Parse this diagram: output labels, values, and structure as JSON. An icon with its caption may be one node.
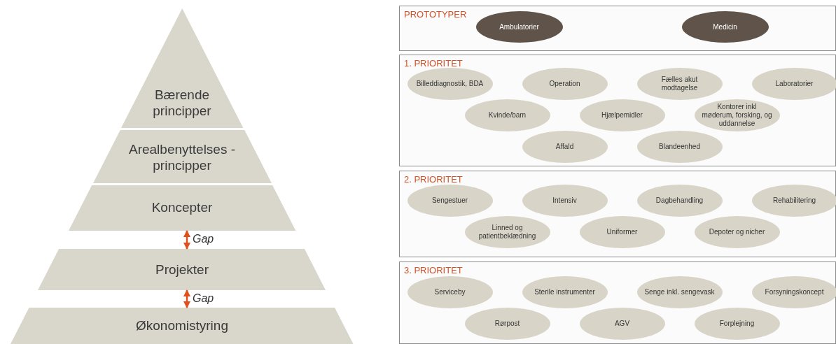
{
  "diagram": {
    "nodes": [
      {
        "text": [
          "Bærende principper"
        ]
      },
      {
        "text": [
          "Arealbenyttelses - principper"
        ]
      },
      {
        "text": [
          "Koncepter"
        ]
      },
      {
        "text": [
          "Projekter"
        ]
      },
      {
        "text": [
          "Økonomistyring"
        ]
      },
      {
        "text": [
          "PROTOTYPER"
        ]
      },
      {
        "text": [
          "Ambulatorier"
        ],
        "in": 5
      },
      {
        "text": [
          "Medicin"
        ],
        "in": 5
      },
      {
        "text": [
          "1. PRIORITET"
        ]
      },
      {
        "text": [
          "Billeddiagnostik, BDA"
        ],
        "in": 8
      },
      {
        "text": [
          "Operation"
        ],
        "in": 8
      },
      {
        "text": [
          "Fælles akut modtagelse"
        ],
        "in": 8
      },
      {
        "text": [
          "Laboratorier"
        ],
        "in": 8
      },
      {
        "text": [
          "Kvinde/barn"
        ],
        "in": 8
      },
      {
        "text": [
          "Hjælpemidler"
        ],
        "in": 8
      },
      {
        "text": [
          "Kontorer inkl møderum, forsking, og uddannelse"
        ],
        "in": 8
      },
      {
        "text": [
          "Affald"
        ],
        "in": 8
      },
      {
        "text": [
          "Blandeenhed"
        ],
        "in": 8
      },
      {
        "text": [
          "2. PRIORITET"
        ]
      },
      {
        "text": [
          "Sengestuer"
        ],
        "in": 18
      },
      {
        "text": [
          "Intensiv"
        ],
        "in": 18
      },
      {
        "text": [
          "Dagbehandling"
        ],
        "in": 18
      },
      {
        "text": [
          "Rehabilitering"
        ],
        "in": 18
      },
      {
        "text": [
          "Linned og patientbeklædning"
        ],
        "in": 18
      },
      {
        "text": [
          "Uniformer"
        ],
        "in": 18
      },
      {
        "text": [
          "Depoter og nicher"
        ],
        "in": 18
      },
      {
        "text": [
          "3. PRIORITET"
        ]
      },
      {
        "text": [
          "Serviceby"
        ],
        "in": 26
      },
      {
        "text": [
          "Sterile instrumenter"
        ],
        "in": 26
      },
      {
        "text": [
          "Senge inkl. sengevask"
        ],
        "in": 26
      },
      {
        "text": [
          "Forsyningskoncept"
        ],
        "in": 26
      },
      {
        "text": [
          "Rørpost"
        ],
        "in": 26
      },
      {
        "text": [
          "AGV"
        ],
        "in": 26
      },
      {
        "text": [
          "Forplejning"
        ],
        "in": 26
      }
    ],
    "edges": [
      {
        "from": 2,
        "to": 3,
        "arrow": "both",
        "label": "Gap"
      },
      {
        "from": 3,
        "to": 4,
        "arrow": "both",
        "label": "Gap"
      }
    ]
  }
}
